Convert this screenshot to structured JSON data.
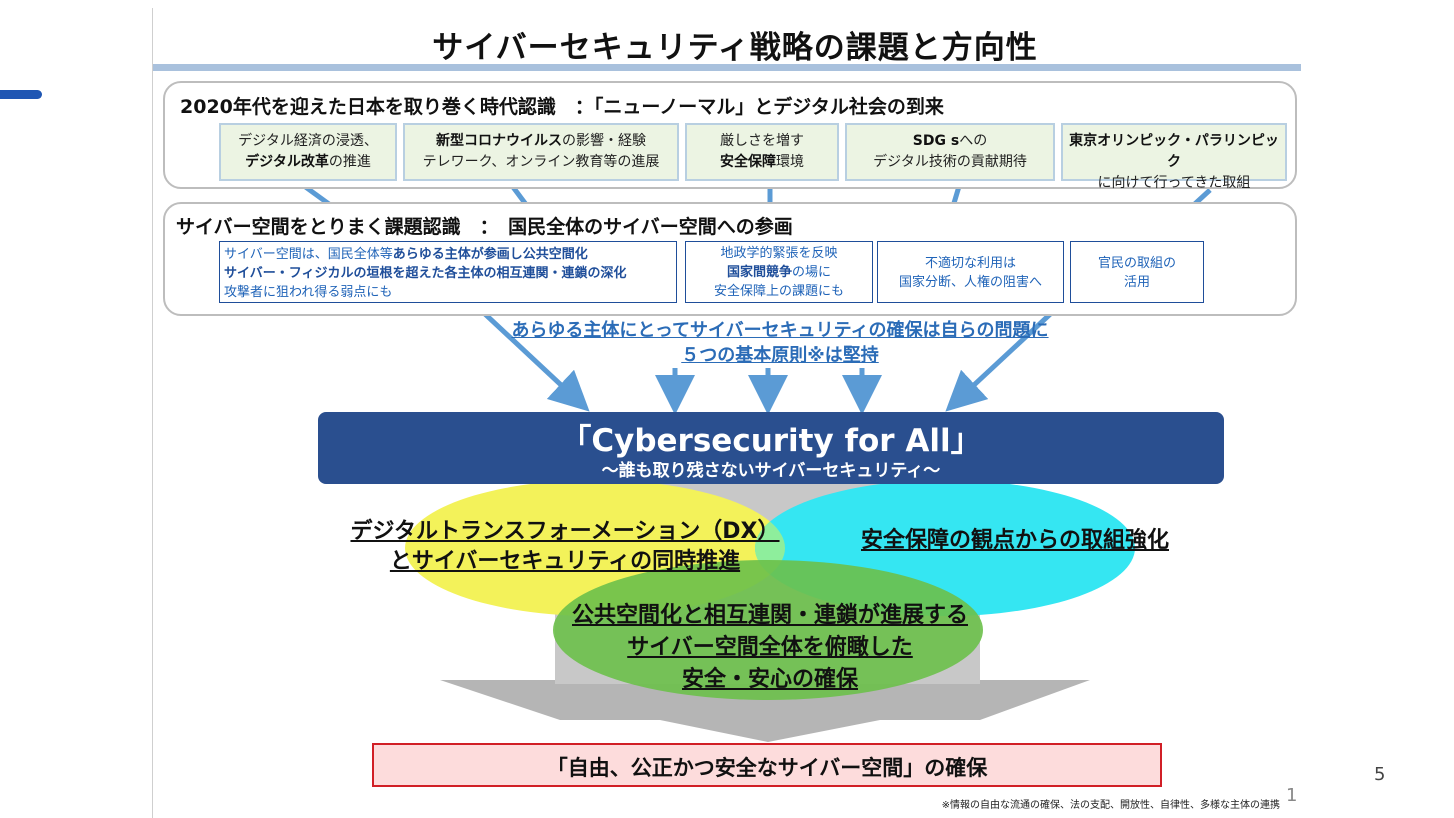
{
  "title": "サイバーセキュリティ戦略の課題と方向性",
  "panel1": {
    "heading": "2020年代を迎えた日本を取り巻く時代認識　：「ニューノーマル」とデジタル社会の到来",
    "boxes": [
      {
        "line1": "デジタル経済の浸透、",
        "line2_bold": "デジタル改革",
        "line2_rest": "の推進"
      },
      {
        "line1_bold": "新型コロナウイルス",
        "line1_rest": "の影響・経験",
        "line2": "テレワーク、オンライン教育等の進展"
      },
      {
        "line1": "厳しさを増す",
        "line2_bold": "安全保障",
        "line2_rest": "環境"
      },
      {
        "line1_bold": "SDG s",
        "line1_rest": "への",
        "line2": "デジタル技術の貢献期待"
      },
      {
        "line1_bold": "東京オリンピック・パラリンピック",
        "line2": "に向けて行ってきた取組"
      }
    ]
  },
  "panel2": {
    "heading": "サイバー空間をとりまく課題認識　：　国民全体のサイバー空間への参画",
    "boxes": [
      {
        "l1a": "サイバー空間は、国民全体等",
        "l1b": "あらゆる主体が参画し公共空間化",
        "l2": "サイバー・フィジカルの垣根を超えた各主体の相互連関・連鎖の深化",
        "l3": "攻撃者に狙われ得る弱点にも"
      },
      {
        "l1": "地政学的緊張を反映",
        "l2b": "国家間競争",
        "l2r": "の場に",
        "l3": "安全保障上の課題にも"
      },
      {
        "l1": "不適切な利用は",
        "l2": "国家分断、人権の阻害へ"
      },
      {
        "l1": "官民の取組の",
        "l2": "活用"
      }
    ]
  },
  "mid_text": {
    "line1": "あらゆる主体にとってサイバーセキュリティの確保は自らの問題に",
    "line2": "５つの基本原則※は堅持"
  },
  "banner": {
    "main": "「Cybersecurity for All」",
    "sub": "～誰も取り残さないサイバーセキュリティ～"
  },
  "venn": {
    "left_line1": "デジタルトランスフォーメーション（DX）",
    "left_line2": "とサイバーセキュリティの同時推進",
    "right": "安全保障の観点からの取組強化",
    "center_line1": "公共空間化と相互連関・連鎖が進展する",
    "center_line2": "サイバー空間全体を俯瞰した",
    "center_line3": "安全・安心の確保",
    "colors": {
      "yellow": "#f3f25a",
      "cyan": "#35e6f2",
      "green": "#6cc04a",
      "olive": "#c9c24a",
      "blue_green": "#7ee6c2"
    }
  },
  "result": "「自由、公正かつ安全なサイバー空間」の確保",
  "footnote": "※情報の自由な流通の確保、法の支配、開放性、自律性、多様な主体の連携",
  "slide_number_inner": "1",
  "page_number": "5",
  "colors": {
    "accent_blue": "#1f56b3",
    "banner": "#2a4f8f",
    "arrow": "#5b9bd5",
    "result_border": "#d11f26",
    "result_fill": "#fddcdc"
  }
}
